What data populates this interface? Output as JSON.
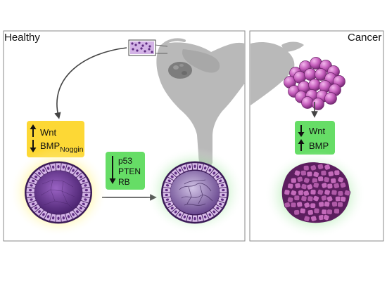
{
  "panels": {
    "healthy_title": "Healthy",
    "cancer_title": "Cancer"
  },
  "healthy_box": {
    "wnt": "Wnt",
    "wnt_direction": "up",
    "bmp": "BMP",
    "bmp_subscript": "Noggin",
    "bmp_direction": "down"
  },
  "suppressor_box": {
    "lines": [
      "p53",
      "PTEN",
      "RB"
    ],
    "direction": "down"
  },
  "cancer_box": {
    "wnt": "Wnt",
    "wnt_direction": "down",
    "bmp": "BMP",
    "bmp_direction": "up"
  },
  "colors": {
    "panel_border": "#8a8a8a",
    "yellow_box": "#fdd835",
    "green_box": "#66dd66",
    "uterus_gray": "#b9b9b9",
    "ovary_dark": "#808080",
    "organoid_purple": "#7a3f9a",
    "cell_lilac": "#d3b3e6",
    "tumor_magenta": "#b05aa8",
    "tumor_dark": "#5b1e5e",
    "healthy_glow": "#ffe400",
    "cancer_glow": "#4ccc4c",
    "arrow": "#444444"
  },
  "icons": [
    "organoid-healthy",
    "organoid-suppressed",
    "tumor-organoid",
    "grape-cluster-tumor",
    "uterus",
    "ovary",
    "tissue-inset"
  ]
}
